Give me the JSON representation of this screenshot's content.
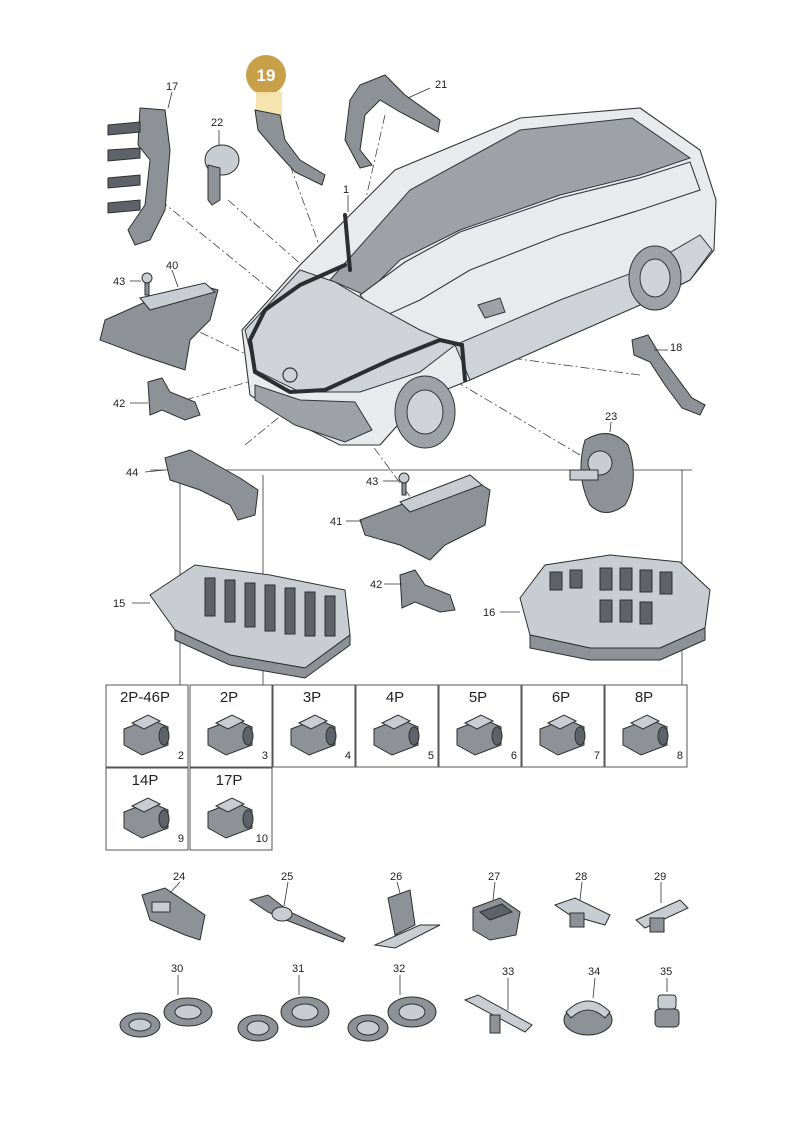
{
  "badge": {
    "label": "19",
    "color": "#c8a04a"
  },
  "labels": {
    "p1": "1",
    "p17": "17",
    "p18": "18",
    "p21": "21",
    "p22": "22",
    "p23": "23",
    "p40": "40",
    "p41": "41",
    "p42a": "42",
    "p42b": "42",
    "p43a": "43",
    "p43b": "43",
    "p44": "44",
    "p15": "15",
    "p16": "16",
    "p24": "24",
    "p25": "25",
    "p26": "26",
    "p27": "27",
    "p28": "28",
    "p29": "29",
    "p30": "30",
    "p31": "31",
    "p32": "32",
    "p33": "33",
    "p34": "34",
    "p35": "35"
  },
  "connectors": [
    {
      "title": "2P-46P",
      "num": "2"
    },
    {
      "title": "2P",
      "num": "3"
    },
    {
      "title": "3P",
      "num": "4"
    },
    {
      "title": "4P",
      "num": "5"
    },
    {
      "title": "5P",
      "num": "6"
    },
    {
      "title": "6P",
      "num": "7"
    },
    {
      "title": "8P",
      "num": "8"
    },
    {
      "title": "14P",
      "num": "9"
    },
    {
      "title": "17P",
      "num": "10"
    }
  ]
}
